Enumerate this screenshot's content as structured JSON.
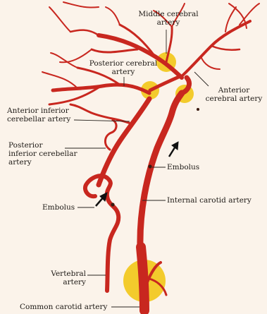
{
  "labels": {
    "middle_cerebral": [
      "Middle cerebral",
      "artery"
    ],
    "posterior_cerebral": [
      "Posterior cerebral",
      "artery"
    ],
    "anterior_cerebral": [
      "Anterior",
      "cerebral artery"
    ],
    "anterior_inferior_cerebellar": [
      "Anterior inferior",
      "cerebellar artery"
    ],
    "posterior_inferior_cerebellar": [
      "Posterior",
      "inferior cerebellar",
      "artery"
    ],
    "embolus_upper": "Embolus",
    "embolus_lower": "Embolus",
    "internal_carotid": "Internal carotid artery",
    "vertebral": [
      "Vertebral",
      "artery"
    ],
    "common_carotid": "Common carotid artery"
  },
  "colors": {
    "artery": "#c8271f",
    "artery_highlight": "#e0483b",
    "aneurysm_glow": "#f2c617",
    "background": "#fbf3ea",
    "leader": "#2a2520"
  }
}
